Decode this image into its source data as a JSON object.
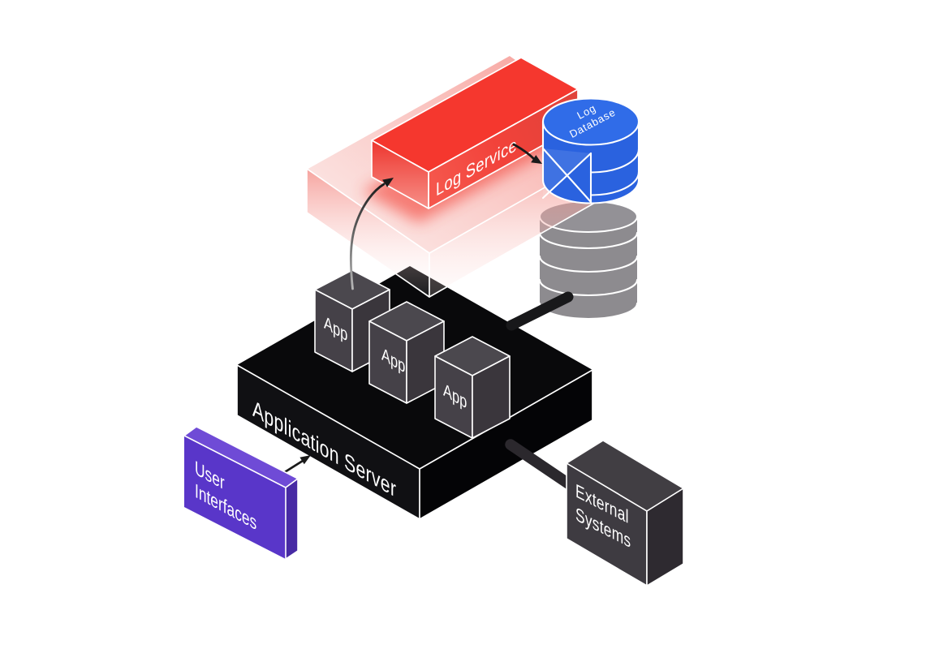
{
  "diagram": {
    "background": "#ffffff",
    "nodes": {
      "log_service": {
        "label": "Log Service",
        "color": "#f5372e"
      },
      "log_database": {
        "line1": "Log",
        "line2": "Database",
        "color": "#2f6be6"
      },
      "log_platform": {
        "color": "#f4998f",
        "style": "translucent-pink-slab"
      },
      "application_server": {
        "label": "Application Server",
        "color": "#0a0a0c"
      },
      "apps": [
        {
          "label": "App"
        },
        {
          "label": "App"
        },
        {
          "label": "App"
        }
      ],
      "database_shadow": {
        "color": "#8d8b8f"
      },
      "user_interfaces": {
        "line1": "User",
        "line2": "Interfaces",
        "color": "#5936c9"
      },
      "external_systems": {
        "line1": "External",
        "line2": "Systems",
        "color": "#3e3b41"
      }
    },
    "edges": [
      {
        "from": "user_interfaces",
        "to": "application_server",
        "style": "thin-arrow"
      },
      {
        "from": "app_cube_1",
        "to": "log_service",
        "style": "curved-arrow"
      },
      {
        "from": "log_service",
        "to": "log_database",
        "style": "thin-arrow"
      },
      {
        "from": "application_server",
        "to": "database_shadow",
        "style": "thick-connector"
      },
      {
        "from": "application_server",
        "to": "external_systems",
        "style": "thick-connector"
      }
    ]
  }
}
